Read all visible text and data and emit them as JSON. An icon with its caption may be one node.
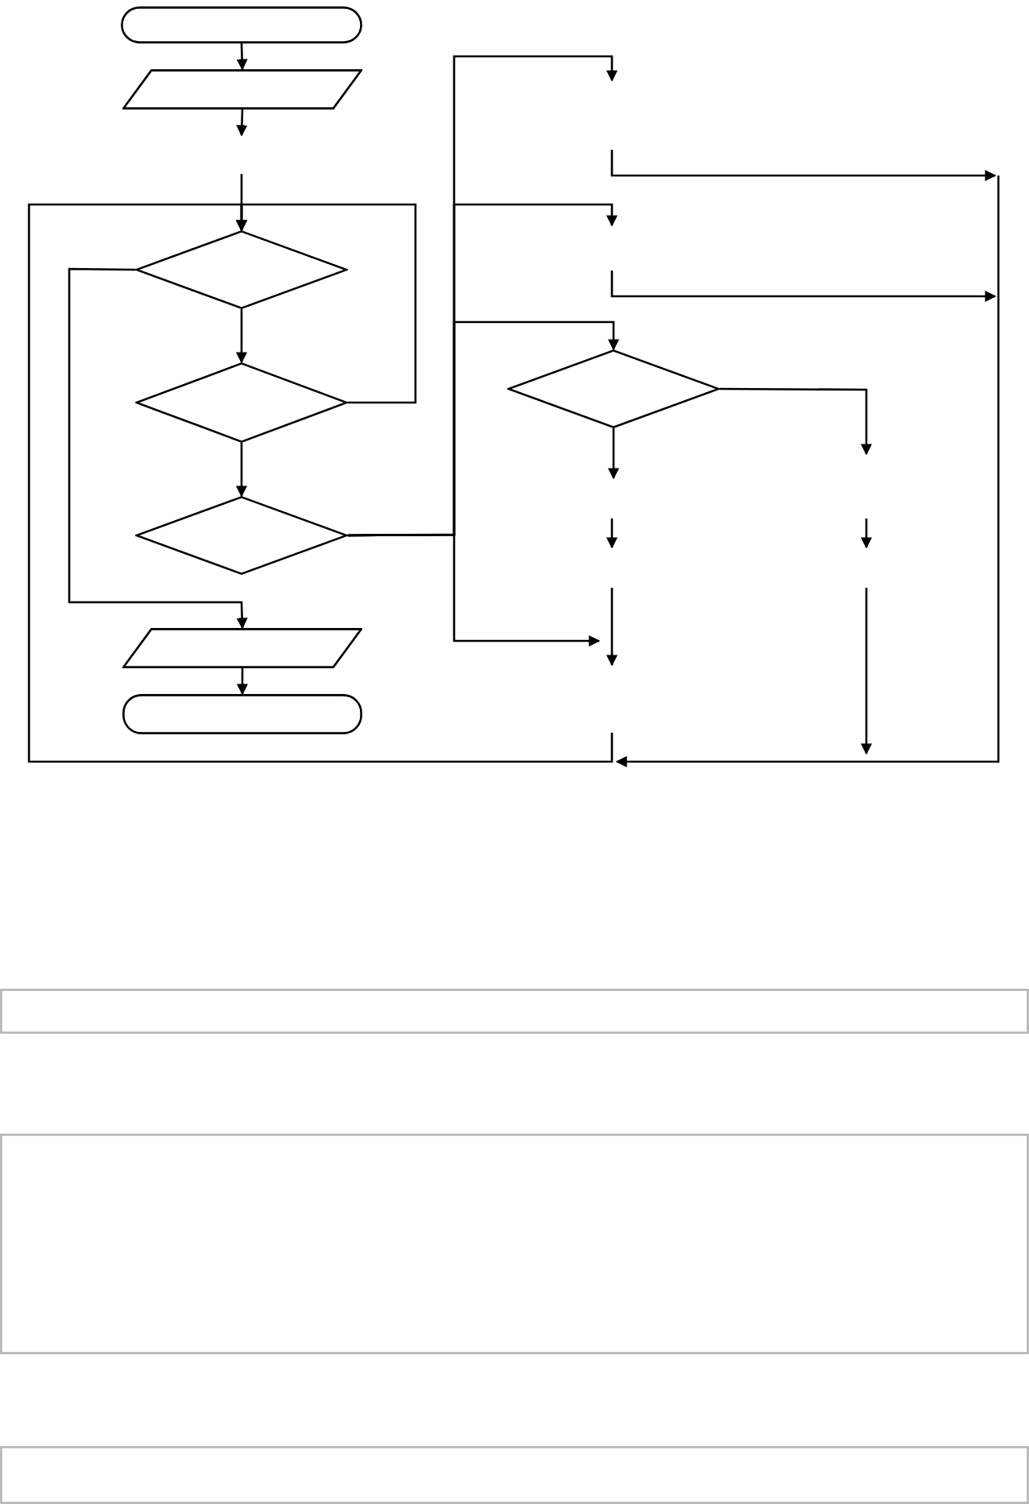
{
  "diagram": {
    "nodes": [
      {
        "text": [],
        "shape": "box"
      },
      {
        "text": [],
        "shape": "parallelogram"
      },
      {
        "text": [],
        "shape": "diamond"
      },
      {
        "text": [],
        "shape": "diamond"
      },
      {
        "text": [],
        "shape": "diamond"
      },
      {
        "text": [],
        "shape": "parallelogram"
      },
      {
        "text": [],
        "shape": "box"
      },
      {
        "text": [],
        "shape": "diamond"
      },
      {
        "text": [],
        "shape": "box"
      },
      {
        "text": [],
        "shape": "box"
      },
      {
        "text": [],
        "shape": "box"
      }
    ],
    "edges": [
      {
        "from": 0,
        "to": 1,
        "arrow": "to"
      },
      {
        "from": 1,
        "to": null,
        "arrow": "to"
      },
      {
        "from": null,
        "to": 2,
        "arrow": "to"
      },
      {
        "from": 2,
        "to": 3,
        "arrow": "to"
      },
      {
        "from": 3,
        "to": 4,
        "arrow": "to"
      },
      {
        "from": 2,
        "to": 5,
        "arrow": "to"
      },
      {
        "from": 5,
        "to": 6,
        "arrow": "to"
      },
      {
        "from": 3,
        "to": 2,
        "arrow": "to"
      },
      {
        "from": null,
        "to": 2,
        "arrow": "to"
      },
      {
        "from": 4,
        "to": null,
        "arrow": "to"
      },
      {
        "from": 4,
        "to": null,
        "arrow": "to"
      },
      {
        "from": 4,
        "to": 7,
        "arrow": "to"
      },
      {
        "from": 4,
        "to": null,
        "arrow": "to"
      },
      {
        "from": 7,
        "to": null,
        "arrow": "to"
      },
      {
        "from": 7,
        "to": null,
        "arrow": "to"
      }
    ]
  }
}
